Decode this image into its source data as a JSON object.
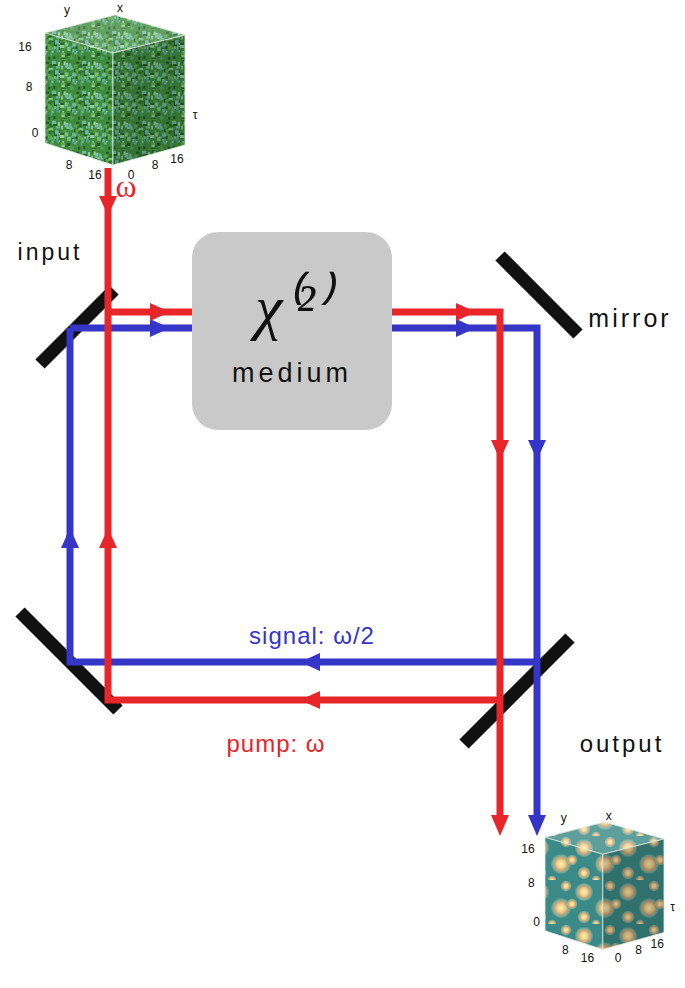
{
  "diagram": {
    "nodes": [
      {
        "text": [
          "χ⁽²⁾",
          "medium"
        ]
      }
    ],
    "labels": [
      "y",
      "x",
      "16",
      "8",
      "0",
      "8",
      "16",
      "0",
      "8",
      "16",
      "τ",
      "ω",
      "input",
      "mirror",
      "signal: ω/2",
      "pump: ω",
      "output",
      "y",
      "x",
      "16",
      "8",
      "0",
      "8",
      "16",
      "0",
      "8",
      "16",
      "τ"
    ]
  }
}
